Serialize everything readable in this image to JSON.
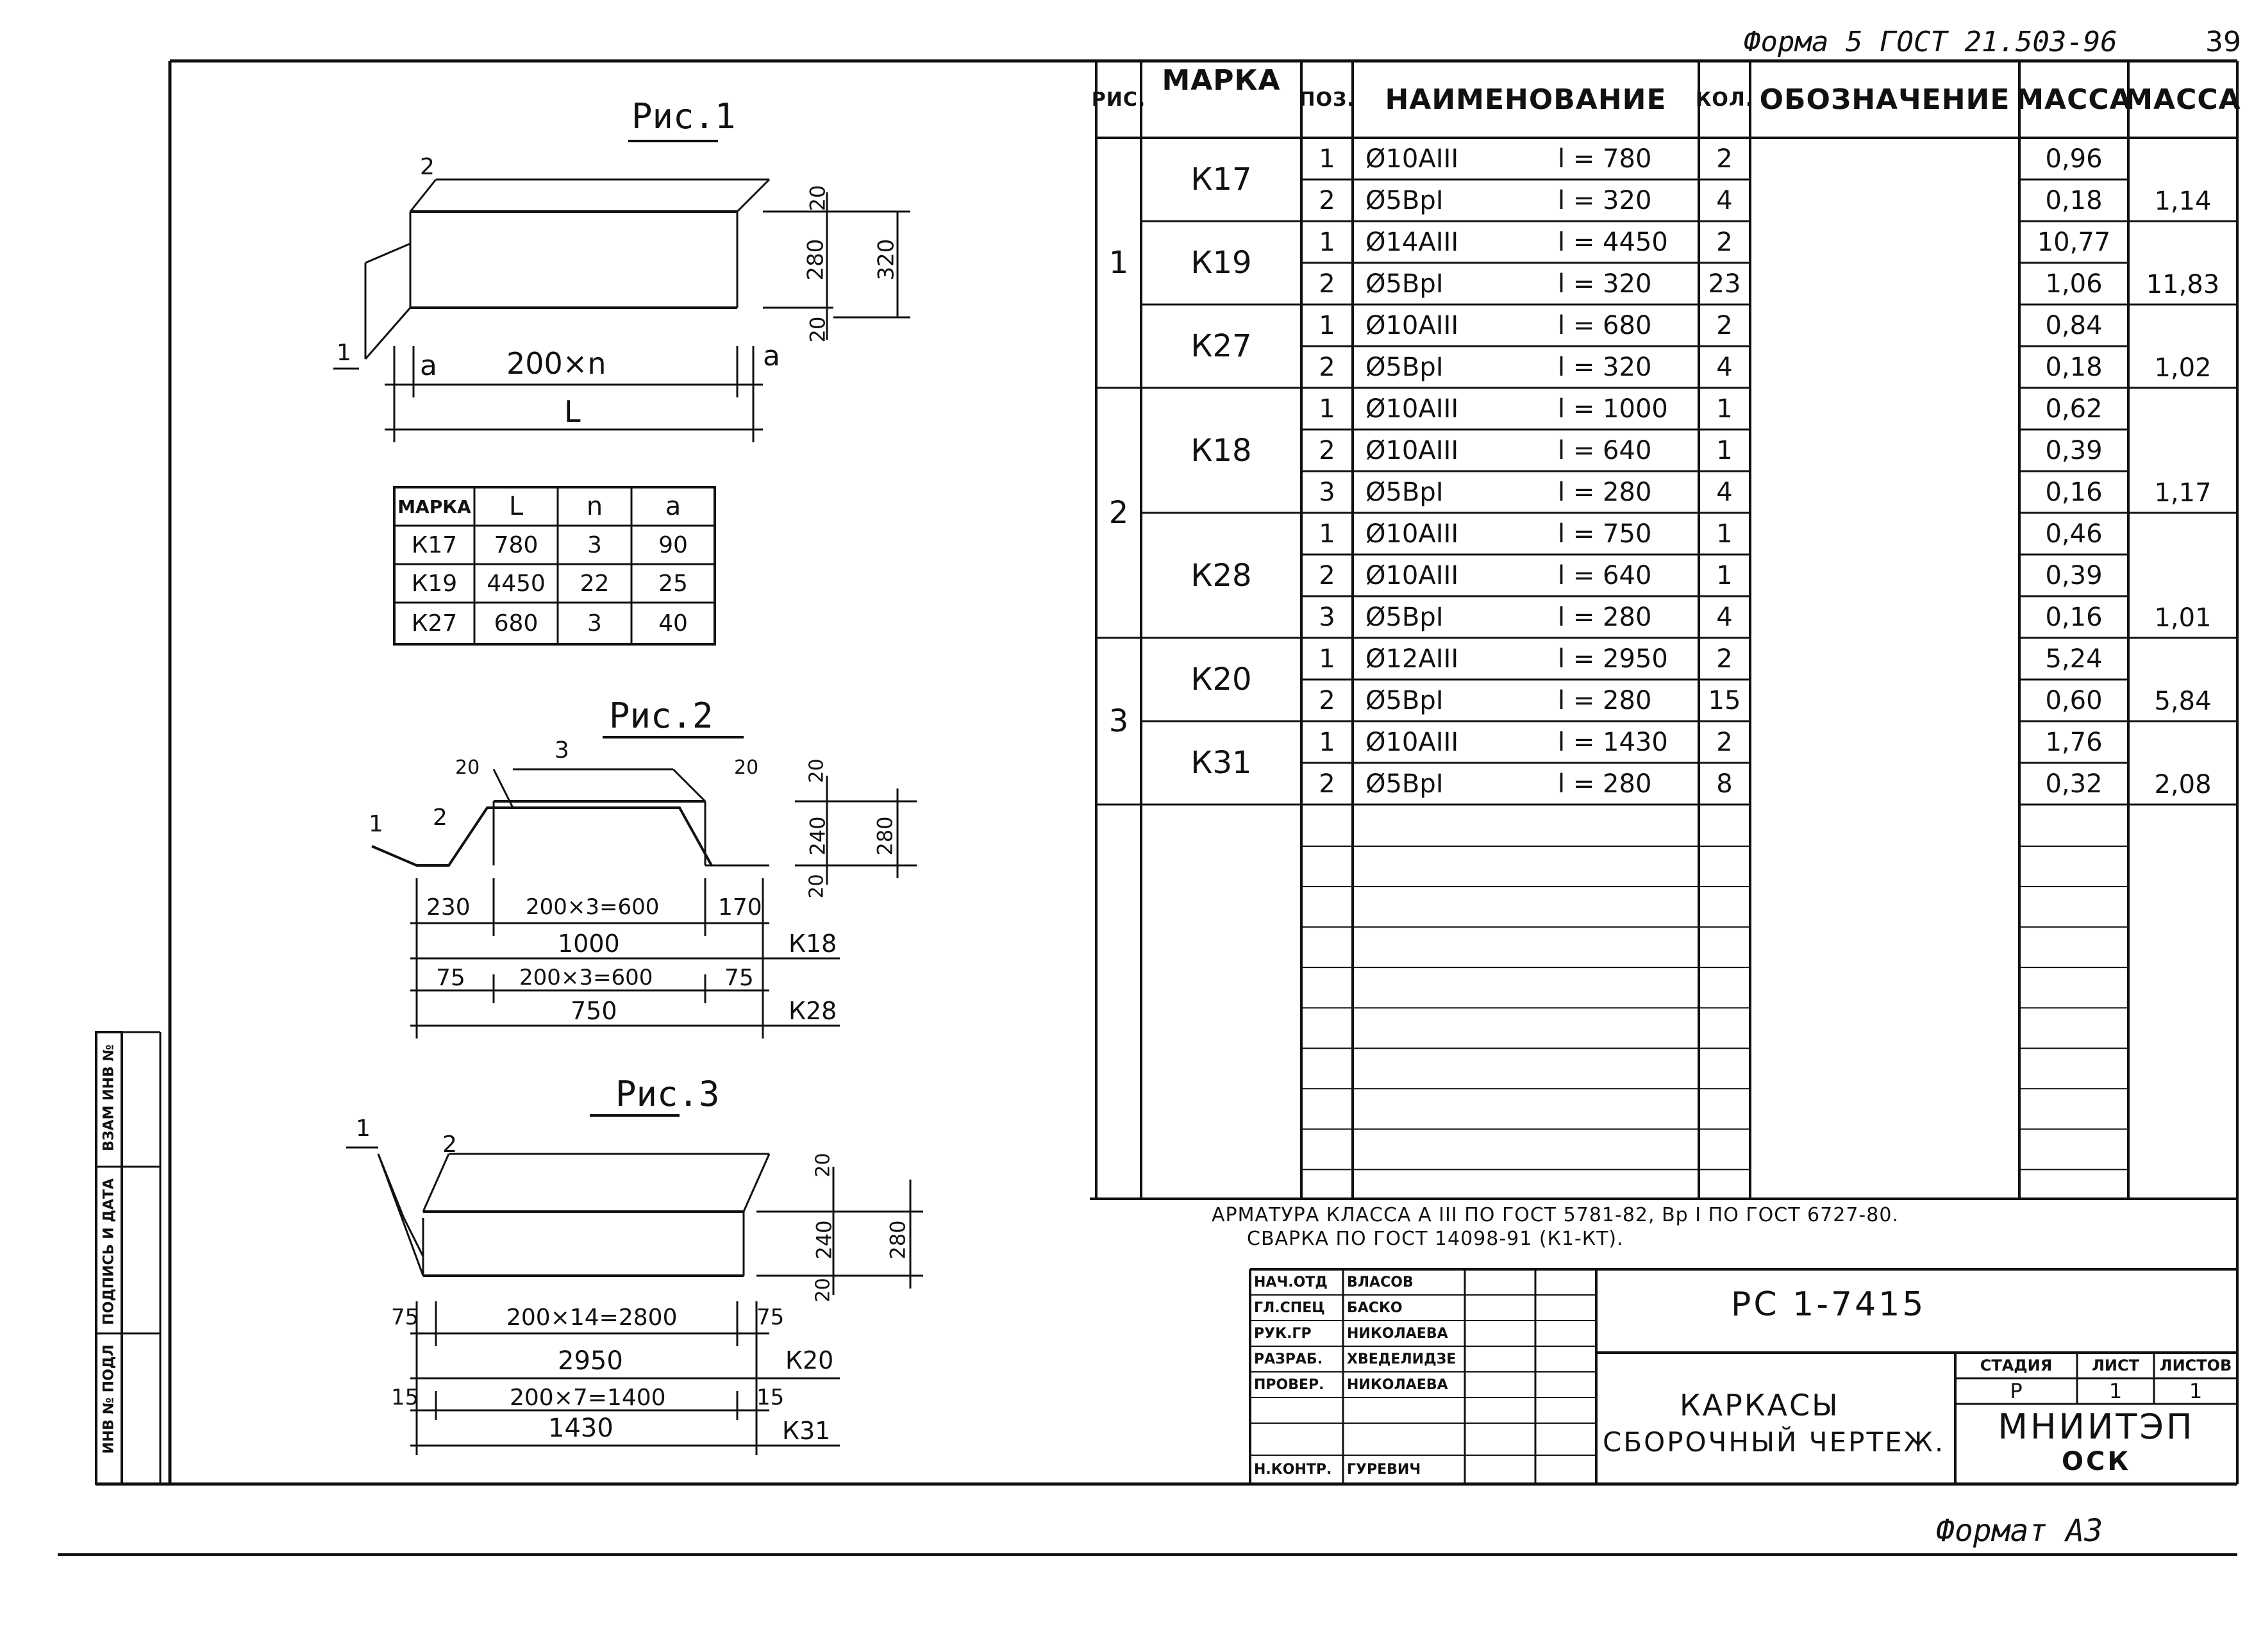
{
  "top_note": "Форма 5 ГОСТ 21.503-96",
  "page_number": "39",
  "bottom_note": "Формат А3",
  "stamp_side": {
    "labels": [
      "ИНВ № ПОДЛ",
      "ПОДПИСЬ И ДАТА",
      "ВЗАМ ИНВ №"
    ]
  },
  "figures": {
    "fig1": {
      "title": "Рис.1",
      "labels": {
        "pos1": "1",
        "pos2": "2",
        "dim_20_top": "20",
        "dim_280": "280",
        "dim_320": "320",
        "dim_20_bot": "20",
        "dim_a_left": "a",
        "dim_mid": "200×n",
        "dim_a_right": "a",
        "dim_L": "L"
      },
      "table": {
        "headers": [
          "МАРКА",
          "L",
          "n",
          "a"
        ],
        "rows": [
          [
            "К17",
            "780",
            "3",
            "90"
          ],
          [
            "К19",
            "4450",
            "22",
            "25"
          ],
          [
            "К27",
            "680",
            "3",
            "40"
          ]
        ]
      }
    },
    "fig2": {
      "title": "Рис.2",
      "labels": {
        "pos1": "1",
        "pos2": "2",
        "pos3": "3",
        "dim20a": "20",
        "dim20b": "20",
        "dim20c": "20",
        "dim240": "240",
        "dim280": "280",
        "dim20d": "20",
        "r1a": "230",
        "r1b": "200×3=600",
        "r1c": "170",
        "r1total": "1000",
        "r1mark": "К18",
        "r2a": "75",
        "r2b": "200×3=600",
        "r2c": "75",
        "r2total": "750",
        "r2mark": "К28"
      }
    },
    "fig3": {
      "title": "Рис.3",
      "labels": {
        "pos1": "1",
        "pos2": "2",
        "dim20a": "20",
        "dim240": "240",
        "dim280": "280",
        "dim20b": "20",
        "r1a": "75",
        "r1b": "200×14=2800",
        "r1c": "75",
        "r1total": "2950",
        "r1mark": "К20",
        "r2a": "15",
        "r2b": "200×7=1400",
        "r2c": "15",
        "r2total": "1430",
        "r2mark": "К31"
      }
    }
  },
  "spec": {
    "headers": {
      "fig": "РИС.",
      "mark": "МАРКА",
      "pos": "ПОЗ.",
      "name": "НАИМЕНОВАНИЕ",
      "qty": "КОЛ.",
      "designation": "ОБОЗНАЧЕНИЕ",
      "mass1": "МАССА",
      "mass2": "МАССА"
    },
    "groups": [
      {
        "fig": "1",
        "marks": [
          {
            "mark": "К17",
            "total": "1,14",
            "rows": [
              {
                "pos": "1",
                "bar": "Ø10АIII",
                "len": "l = 780",
                "qty": "2",
                "mass": "0,96"
              },
              {
                "pos": "2",
                "bar": "Ø5ВрI",
                "len": "l = 320",
                "qty": "4",
                "mass": "0,18"
              }
            ]
          },
          {
            "mark": "К19",
            "total": "11,83",
            "rows": [
              {
                "pos": "1",
                "bar": "Ø14АIII",
                "len": "l = 4450",
                "qty": "2",
                "mass": "10,77"
              },
              {
                "pos": "2",
                "bar": "Ø5ВрI",
                "len": "l = 320",
                "qty": "23",
                "mass": "1,06"
              }
            ]
          },
          {
            "mark": "К27",
            "total": "1,02",
            "rows": [
              {
                "pos": "1",
                "bar": "Ø10АIII",
                "len": "l = 680",
                "qty": "2",
                "mass": "0,84"
              },
              {
                "pos": "2",
                "bar": "Ø5ВрI",
                "len": "l = 320",
                "qty": "4",
                "mass": "0,18"
              }
            ]
          }
        ]
      },
      {
        "fig": "2",
        "marks": [
          {
            "mark": "К18",
            "total": "1,17",
            "rows": [
              {
                "pos": "1",
                "bar": "Ø10АIII",
                "len": "l = 1000",
                "qty": "1",
                "mass": "0,62"
              },
              {
                "pos": "2",
                "bar": "Ø10АIII",
                "len": "l = 640",
                "qty": "1",
                "mass": "0,39"
              },
              {
                "pos": "3",
                "bar": "Ø5ВрI",
                "len": "l = 280",
                "qty": "4",
                "mass": "0,16"
              }
            ]
          },
          {
            "mark": "К28",
            "total": "1,01",
            "rows": [
              {
                "pos": "1",
                "bar": "Ø10АIII",
                "len": "l = 750",
                "qty": "1",
                "mass": "0,46"
              },
              {
                "pos": "2",
                "bar": "Ø10АIII",
                "len": "l = 640",
                "qty": "1",
                "mass": "0,39"
              },
              {
                "pos": "3",
                "bar": "Ø5ВрI",
                "len": "l = 280",
                "qty": "4",
                "mass": "0,16"
              }
            ]
          }
        ]
      },
      {
        "fig": "3",
        "marks": [
          {
            "mark": "К20",
            "total": "5,84",
            "rows": [
              {
                "pos": "1",
                "bar": "Ø12АIII",
                "len": "l = 2950",
                "qty": "2",
                "mass": "5,24"
              },
              {
                "pos": "2",
                "bar": "Ø5ВрI",
                "len": "l = 280",
                "qty": "15",
                "mass": "0,60"
              }
            ]
          },
          {
            "mark": "К31",
            "total": "2,08",
            "rows": [
              {
                "pos": "1",
                "bar": "Ø10АIII",
                "len": "l = 1430",
                "qty": "2",
                "mass": "1,76"
              },
              {
                "pos": "2",
                "bar": "Ø5ВрI",
                "len": "l = 280",
                "qty": "8",
                "mass": "0,32"
              }
            ]
          }
        ]
      }
    ]
  },
  "notes": {
    "line1": "АРМАТУРА КЛАССА А III ПО ГОСТ 5781-82, Вр I  ПО ГОСТ 6727-80.",
    "line2": "СВАРКА ПО ГОСТ 14098-91 (К1-КТ)."
  },
  "title_block": {
    "doc_code": "РС 1-7415",
    "title_line1": "КАРКАСЫ",
    "title_line2": "СБОРОЧНЫЙ ЧЕРТЕЖ.",
    "stage_header": "СТАДИЯ",
    "sheet_header": "ЛИСТ",
    "sheets_header": "ЛИСТОВ",
    "stage": "Р",
    "sheet": "1",
    "sheets": "1",
    "org_line1": "МНИИТЭП",
    "org_line2": "ОСК",
    "people": [
      {
        "role": "НАЧ.ОТД",
        "name": "ВЛАСОВ"
      },
      {
        "role": "ГЛ.СПЕЦ",
        "name": "БАСКО"
      },
      {
        "role": "РУК.ГР",
        "name": "НИКОЛАЕВА"
      },
      {
        "role": "РАЗРАБ.",
        "name": "ХВЕДЕЛИДЗЕ"
      },
      {
        "role": "ПРОВЕР.",
        "name": "НИКОЛАЕВА"
      },
      {
        "role": "",
        "name": ""
      },
      {
        "role": "Н.КОНТР.",
        "name": "ГУРЕВИЧ"
      }
    ]
  }
}
